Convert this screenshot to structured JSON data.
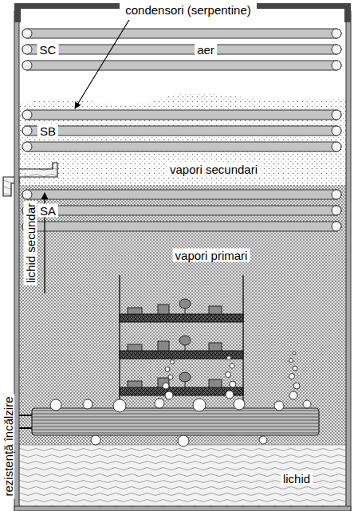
{
  "diagram": {
    "labels": [
      "condensori (serpentine)",
      "aer",
      "SC",
      "SB",
      "vapori secundari",
      "SA",
      "lichid secundar",
      "vapori primari",
      "rezistență încălzire",
      "lichid"
    ]
  }
}
